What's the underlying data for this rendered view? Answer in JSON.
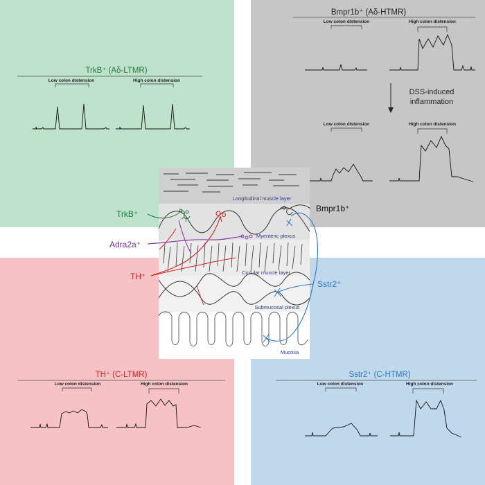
{
  "panels": {
    "trkb": {
      "title": "TrkB⁺ (Aδ-LTMR)",
      "low": "Low colon distension",
      "high": "High colon distension"
    },
    "bmpr": {
      "title": "Bmpr1b⁺ (Aδ-HTMR)",
      "low": "Low colon distension",
      "high": "High colon distension",
      "low2": "Low colon distension",
      "high2": "High colon distension"
    },
    "dss": {
      "line1": "DSS-induced",
      "line2": "inflammation"
    },
    "th": {
      "title": "TH⁺ (C-LTMR)",
      "low": "Low colon distension",
      "high": "High colon distension"
    },
    "sstr": {
      "title": "Sstr2⁺ (C-HTMR)",
      "low": "Low colon distension",
      "high": "High colon distension"
    }
  },
  "labels": {
    "trkb": "TrkB⁺",
    "bmpr": "Bmpr1b⁺",
    "adra": "Adra2a⁺",
    "th": "TH⁺",
    "sstr": "Sstr2⁺"
  },
  "layers": {
    "longitudinal": "Longitudinal muscle layer",
    "myenteric": "Myenteric plexus",
    "circular": "Circular muscle layer",
    "submucosal": "Submucosal plexus",
    "mucosa": "Mucosa"
  },
  "colors": {
    "green_bg": "#bfe2cd",
    "gray_bg": "#c6c6c6",
    "pink_bg": "#f7c2c6",
    "blue_bg": "#c0d8ec",
    "green": "#1f7a3a",
    "purple": "#7a2a9a",
    "red": "#d81e1e",
    "blue": "#2b78c2",
    "layer_text": "#2a3a8a"
  }
}
